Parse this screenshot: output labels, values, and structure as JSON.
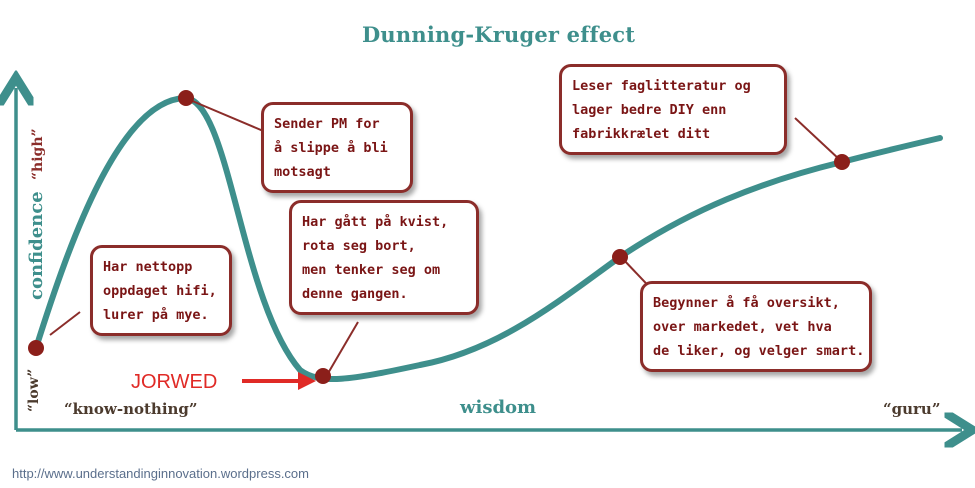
{
  "title": "Dunning-Kruger effect",
  "y_axis": {
    "label": "confidence",
    "low": "“low”",
    "high": "“high”"
  },
  "x_axis": {
    "label": "wisdom",
    "left": "“know-nothing”",
    "right": "“guru”"
  },
  "callouts": [
    {
      "lines": [
        "Har nettopp",
        "oppdaget hifi,",
        "lurer på mye."
      ]
    },
    {
      "lines": [
        "Sender PM for",
        "å slippe å bli",
        "motsagt"
      ]
    },
    {
      "lines": [
        "Har gått på kvist,",
        "rota seg bort,",
        "men tenker seg om",
        "denne gangen."
      ]
    },
    {
      "lines": [
        "Begynner å få oversikt,",
        "over markedet, vet hva",
        "de liker, og velger smart."
      ]
    },
    {
      "lines": [
        "Leser faglitteratur og",
        "lager bedre DIY enn",
        "fabrikkrælet ditt"
      ]
    }
  ],
  "annotation": "JORWED",
  "source_url": "http://www.understandinginnovation.wordpress.com",
  "colors": {
    "curve": "#3e8f8c",
    "axis": "#3e8f8c",
    "point": "#8b1f1a",
    "callout_border": "#8b2d2a",
    "callout_text": "#7a1515",
    "annotation": "#e02a26"
  }
}
